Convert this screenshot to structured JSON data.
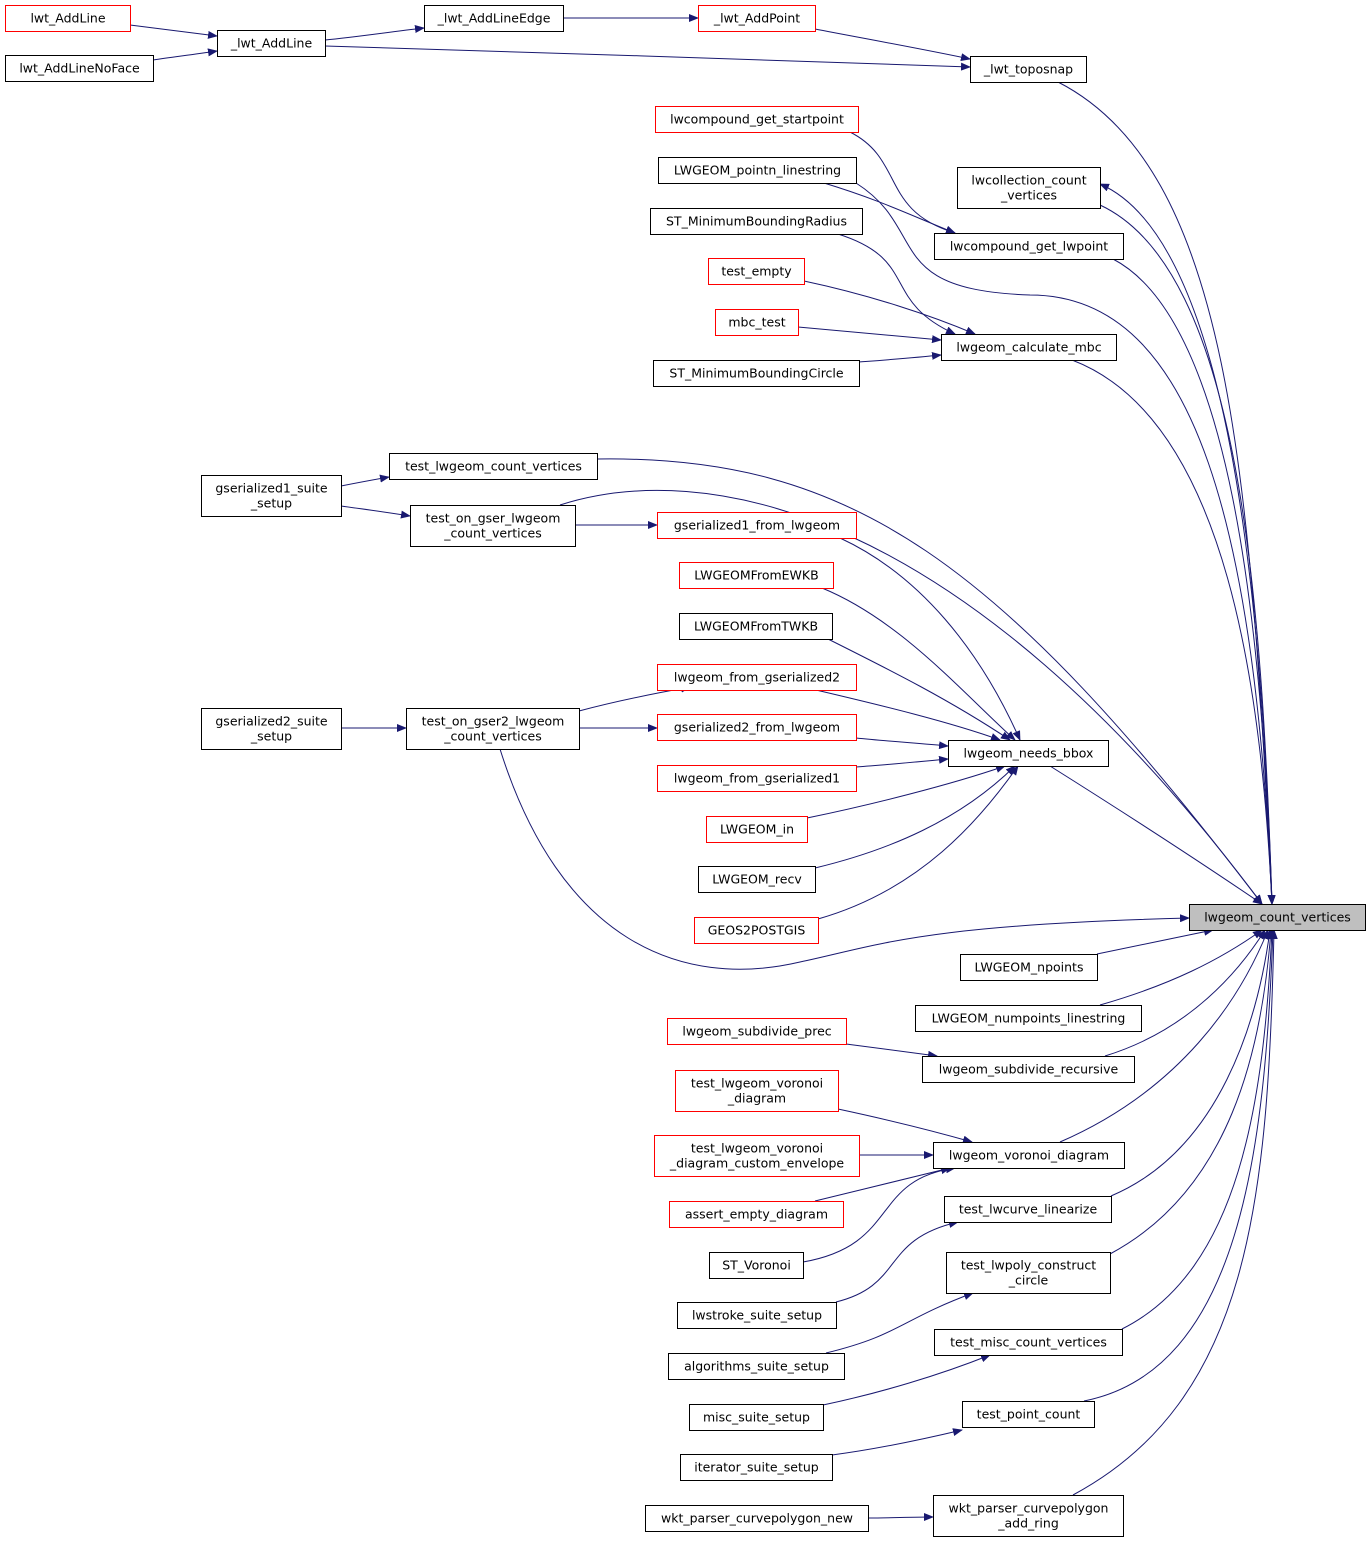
{
  "colors": {
    "edge": "#191970",
    "node_border": "#000000",
    "link_node_border": "#ff0000",
    "focus_fill": "#bfbfbf"
  },
  "nodes": {
    "lwt_AddLine": {
      "label": [
        "lwt_AddLine"
      ]
    },
    "lwt_AddLineNoFace": {
      "label": [
        "lwt_AddLineNoFace"
      ]
    },
    "_lwt_AddLine": {
      "label": [
        "_lwt_AddLine"
      ]
    },
    "_lwt_AddLineEdge": {
      "label": [
        "_lwt_AddLineEdge"
      ]
    },
    "_lwt_AddPoint": {
      "label": [
        "_lwt_AddPoint"
      ]
    },
    "_lwt_toposnap": {
      "label": [
        "_lwt_toposnap"
      ]
    },
    "lwcompound_get_startpoint": {
      "label": [
        "lwcompound_get_startpoint"
      ]
    },
    "LWGEOM_pointn_linestring": {
      "label": [
        "LWGEOM_pointn_linestring"
      ]
    },
    "lwcollection_count_vertices": {
      "label": [
        "lwcollection_count",
        "_vertices"
      ]
    },
    "ST_MinimumBoundingRadius": {
      "label": [
        "ST_MinimumBoundingRadius"
      ]
    },
    "lwcompound_get_lwpoint": {
      "label": [
        "lwcompound_get_lwpoint"
      ]
    },
    "test_empty": {
      "label": [
        "test_empty"
      ]
    },
    "mbc_test": {
      "label": [
        "mbc_test"
      ]
    },
    "lwgeom_calculate_mbc": {
      "label": [
        "lwgeom_calculate_mbc"
      ]
    },
    "ST_MinimumBoundingCircle": {
      "label": [
        "ST_MinimumBoundingCircle"
      ]
    },
    "test_lwgeom_count_vertices": {
      "label": [
        "test_lwgeom_count_vertices"
      ]
    },
    "gserialized1_suite_setup": {
      "label": [
        "gserialized1_suite",
        "_setup"
      ]
    },
    "test_on_gser_lwgeom_count_vertices": {
      "label": [
        "test_on_gser_lwgeom",
        "_count_vertices"
      ]
    },
    "gserialized1_from_lwgeom": {
      "label": [
        "gserialized1_from_lwgeom"
      ]
    },
    "LWGEOMFromEWKB": {
      "label": [
        "LWGEOMFromEWKB"
      ]
    },
    "LWGEOMFromTWKB": {
      "label": [
        "LWGEOMFromTWKB"
      ]
    },
    "lwgeom_from_gserialized2": {
      "label": [
        "lwgeom_from_gserialized2"
      ]
    },
    "gserialized2_suite_setup": {
      "label": [
        "gserialized2_suite",
        "_setup"
      ]
    },
    "test_on_gser2_lwgeom_count_vertices": {
      "label": [
        "test_on_gser2_lwgeom",
        "_count_vertices"
      ]
    },
    "gserialized2_from_lwgeom": {
      "label": [
        "gserialized2_from_lwgeom"
      ]
    },
    "lwgeom_needs_bbox": {
      "label": [
        "lwgeom_needs_bbox"
      ]
    },
    "lwgeom_from_gserialized1": {
      "label": [
        "lwgeom_from_gserialized1"
      ]
    },
    "LWGEOM_in": {
      "label": [
        "LWGEOM_in"
      ]
    },
    "LWGEOM_recv": {
      "label": [
        "LWGEOM_recv"
      ]
    },
    "lwgeom_count_vertices": {
      "label": [
        "lwgeom_count_vertices"
      ]
    },
    "GEOS2POSTGIS": {
      "label": [
        "GEOS2POSTGIS"
      ]
    },
    "LWGEOM_npoints": {
      "label": [
        "LWGEOM_npoints"
      ]
    },
    "LWGEOM_numpoints_linestring": {
      "label": [
        "LWGEOM_numpoints_linestring"
      ]
    },
    "lwgeom_subdivide_prec": {
      "label": [
        "lwgeom_subdivide_prec"
      ]
    },
    "lwgeom_subdivide_recursive": {
      "label": [
        "lwgeom_subdivide_recursive"
      ]
    },
    "test_lwgeom_voronoi_diagram": {
      "label": [
        "test_lwgeom_voronoi",
        "_diagram"
      ]
    },
    "test_lwgeom_voronoi_diagram_custom_envelope": {
      "label": [
        "test_lwgeom_voronoi",
        "_diagram_custom_envelope"
      ]
    },
    "lwgeom_voronoi_diagram": {
      "label": [
        "lwgeom_voronoi_diagram"
      ]
    },
    "assert_empty_diagram": {
      "label": [
        "assert_empty_diagram"
      ]
    },
    "test_lwcurve_linearize": {
      "label": [
        "test_lwcurve_linearize"
      ]
    },
    "ST_Voronoi": {
      "label": [
        "ST_Voronoi"
      ]
    },
    "test_lwpoly_construct_circle": {
      "label": [
        "test_lwpoly_construct",
        "_circle"
      ]
    },
    "lwstroke_suite_setup": {
      "label": [
        "lwstroke_suite_setup"
      ]
    },
    "test_misc_count_vertices": {
      "label": [
        "test_misc_count_vertices"
      ]
    },
    "algorithms_suite_setup": {
      "label": [
        "algorithms_suite_setup"
      ]
    },
    "misc_suite_setup": {
      "label": [
        "misc_suite_setup"
      ]
    },
    "test_point_count": {
      "label": [
        "test_point_count"
      ]
    },
    "iterator_suite_setup": {
      "label": [
        "iterator_suite_setup"
      ]
    },
    "wkt_parser_curvepolygon_new": {
      "label": [
        "wkt_parser_curvepolygon_new"
      ]
    },
    "wkt_parser_curvepolygon_add_ring": {
      "label": [
        "wkt_parser_curvepolygon",
        "_add_ring"
      ]
    }
  },
  "edges": [
    {
      "from": "lwt_AddLine",
      "to": "_lwt_AddLine"
    },
    {
      "from": "lwt_AddLineNoFace",
      "to": "_lwt_AddLine"
    },
    {
      "from": "_lwt_AddLine",
      "to": "_lwt_AddLineEdge"
    },
    {
      "from": "_lwt_AddLineEdge",
      "to": "_lwt_AddPoint"
    },
    {
      "from": "_lwt_AddPoint",
      "to": "_lwt_toposnap"
    },
    {
      "from": "_lwt_AddLine",
      "to": "_lwt_toposnap"
    },
    {
      "from": "_lwt_toposnap",
      "to": "lwgeom_count_vertices"
    },
    {
      "from": "lwcompound_get_startpoint",
      "to": "lwcompound_get_lwpoint"
    },
    {
      "from": "LWGEOM_pointn_linestring",
      "to": "lwcompound_get_lwpoint"
    },
    {
      "from": "LWGEOM_pointn_linestring",
      "to": "lwgeom_count_vertices"
    },
    {
      "from": "lwcollection_count_vertices",
      "to": "lwgeom_count_vertices"
    },
    {
      "from": "lwgeom_count_vertices",
      "to": "lwcollection_count_vertices"
    },
    {
      "from": "lwcompound_get_lwpoint",
      "to": "lwgeom_count_vertices"
    },
    {
      "from": "ST_MinimumBoundingRadius",
      "to": "lwgeom_calculate_mbc"
    },
    {
      "from": "test_empty",
      "to": "lwgeom_calculate_mbc"
    },
    {
      "from": "mbc_test",
      "to": "lwgeom_calculate_mbc"
    },
    {
      "from": "ST_MinimumBoundingCircle",
      "to": "lwgeom_calculate_mbc"
    },
    {
      "from": "lwgeom_calculate_mbc",
      "to": "lwgeom_count_vertices"
    },
    {
      "from": "gserialized1_suite_setup",
      "to": "test_lwgeom_count_vertices"
    },
    {
      "from": "gserialized1_suite_setup",
      "to": "test_on_gser_lwgeom_count_vertices"
    },
    {
      "from": "test_lwgeom_count_vertices",
      "to": "lwgeom_count_vertices"
    },
    {
      "from": "test_on_gser_lwgeom_count_vertices",
      "to": "gserialized1_from_lwgeom"
    },
    {
      "from": "test_on_gser_lwgeom_count_vertices",
      "to": "lwgeom_count_vertices"
    },
    {
      "from": "gserialized1_from_lwgeom",
      "to": "lwgeom_needs_bbox"
    },
    {
      "from": "LWGEOMFromEWKB",
      "to": "lwgeom_needs_bbox"
    },
    {
      "from": "LWGEOMFromTWKB",
      "to": "lwgeom_needs_bbox"
    },
    {
      "from": "lwgeom_from_gserialized2",
      "to": "lwgeom_needs_bbox"
    },
    {
      "from": "gserialized2_suite_setup",
      "to": "test_on_gser2_lwgeom_count_vertices"
    },
    {
      "from": "test_on_gser2_lwgeom_count_vertices",
      "to": "lwgeom_from_gserialized2"
    },
    {
      "from": "test_on_gser2_lwgeom_count_vertices",
      "to": "gserialized2_from_lwgeom"
    },
    {
      "from": "test_on_gser2_lwgeom_count_vertices",
      "to": "lwgeom_count_vertices"
    },
    {
      "from": "gserialized2_from_lwgeom",
      "to": "lwgeom_needs_bbox"
    },
    {
      "from": "lwgeom_from_gserialized1",
      "to": "lwgeom_needs_bbox"
    },
    {
      "from": "LWGEOM_in",
      "to": "lwgeom_needs_bbox"
    },
    {
      "from": "LWGEOM_recv",
      "to": "lwgeom_needs_bbox"
    },
    {
      "from": "GEOS2POSTGIS",
      "to": "lwgeom_needs_bbox"
    },
    {
      "from": "lwgeom_needs_bbox",
      "to": "lwgeom_count_vertices"
    },
    {
      "from": "LWGEOM_npoints",
      "to": "lwgeom_count_vertices"
    },
    {
      "from": "LWGEOM_numpoints_linestring",
      "to": "lwgeom_count_vertices"
    },
    {
      "from": "lwgeom_subdivide_prec",
      "to": "lwgeom_subdivide_recursive"
    },
    {
      "from": "lwgeom_subdivide_recursive",
      "to": "lwgeom_count_vertices"
    },
    {
      "from": "test_lwgeom_voronoi_diagram",
      "to": "lwgeom_voronoi_diagram"
    },
    {
      "from": "test_lwgeom_voronoi_diagram_custom_envelope",
      "to": "lwgeom_voronoi_diagram"
    },
    {
      "from": "assert_empty_diagram",
      "to": "lwgeom_voronoi_diagram"
    },
    {
      "from": "ST_Voronoi",
      "to": "lwgeom_voronoi_diagram"
    },
    {
      "from": "lwgeom_voronoi_diagram",
      "to": "lwgeom_count_vertices"
    },
    {
      "from": "lwstroke_suite_setup",
      "to": "test_lwcurve_linearize"
    },
    {
      "from": "test_lwcurve_linearize",
      "to": "lwgeom_count_vertices"
    },
    {
      "from": "algorithms_suite_setup",
      "to": "test_lwpoly_construct_circle"
    },
    {
      "from": "test_lwpoly_construct_circle",
      "to": "lwgeom_count_vertices"
    },
    {
      "from": "misc_suite_setup",
      "to": "test_misc_count_vertices"
    },
    {
      "from": "test_misc_count_vertices",
      "to": "lwgeom_count_vertices"
    },
    {
      "from": "iterator_suite_setup",
      "to": "test_point_count"
    },
    {
      "from": "test_point_count",
      "to": "lwgeom_count_vertices"
    },
    {
      "from": "wkt_parser_curvepolygon_new",
      "to": "wkt_parser_curvepolygon_add_ring"
    },
    {
      "from": "wkt_parser_curvepolygon_add_ring",
      "to": "lwgeom_count_vertices"
    }
  ]
}
